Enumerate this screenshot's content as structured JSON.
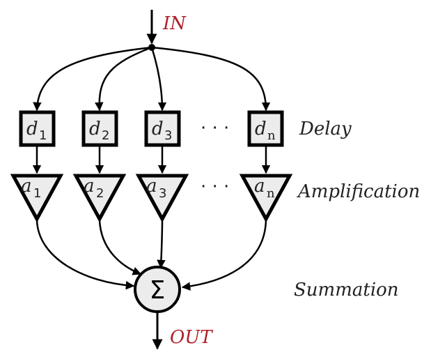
{
  "diagram": {
    "title": "Delay-and-sum filter structure",
    "input_label": "IN",
    "output_label": "OUT",
    "io_color": "#b0202a",
    "stage_labels": {
      "delay": "Delay",
      "amplification": "Amplification",
      "summation": "Summation"
    },
    "ellipsis": "· · ·",
    "summation_symbol": "Σ",
    "branches": [
      {
        "delay_var": "d",
        "delay_sub": "1",
        "gain_var": "a",
        "gain_sub": "1"
      },
      {
        "delay_var": "d",
        "delay_sub": "2",
        "gain_var": "a",
        "gain_sub": "2"
      },
      {
        "delay_var": "d",
        "delay_sub": "3",
        "gain_var": "a",
        "gain_sub": "3"
      },
      {
        "delay_var": "d",
        "delay_sub": "n",
        "gain_var": "a",
        "gain_sub": "n"
      }
    ],
    "block_fill": "#ececec",
    "stroke_color": "#000000"
  }
}
